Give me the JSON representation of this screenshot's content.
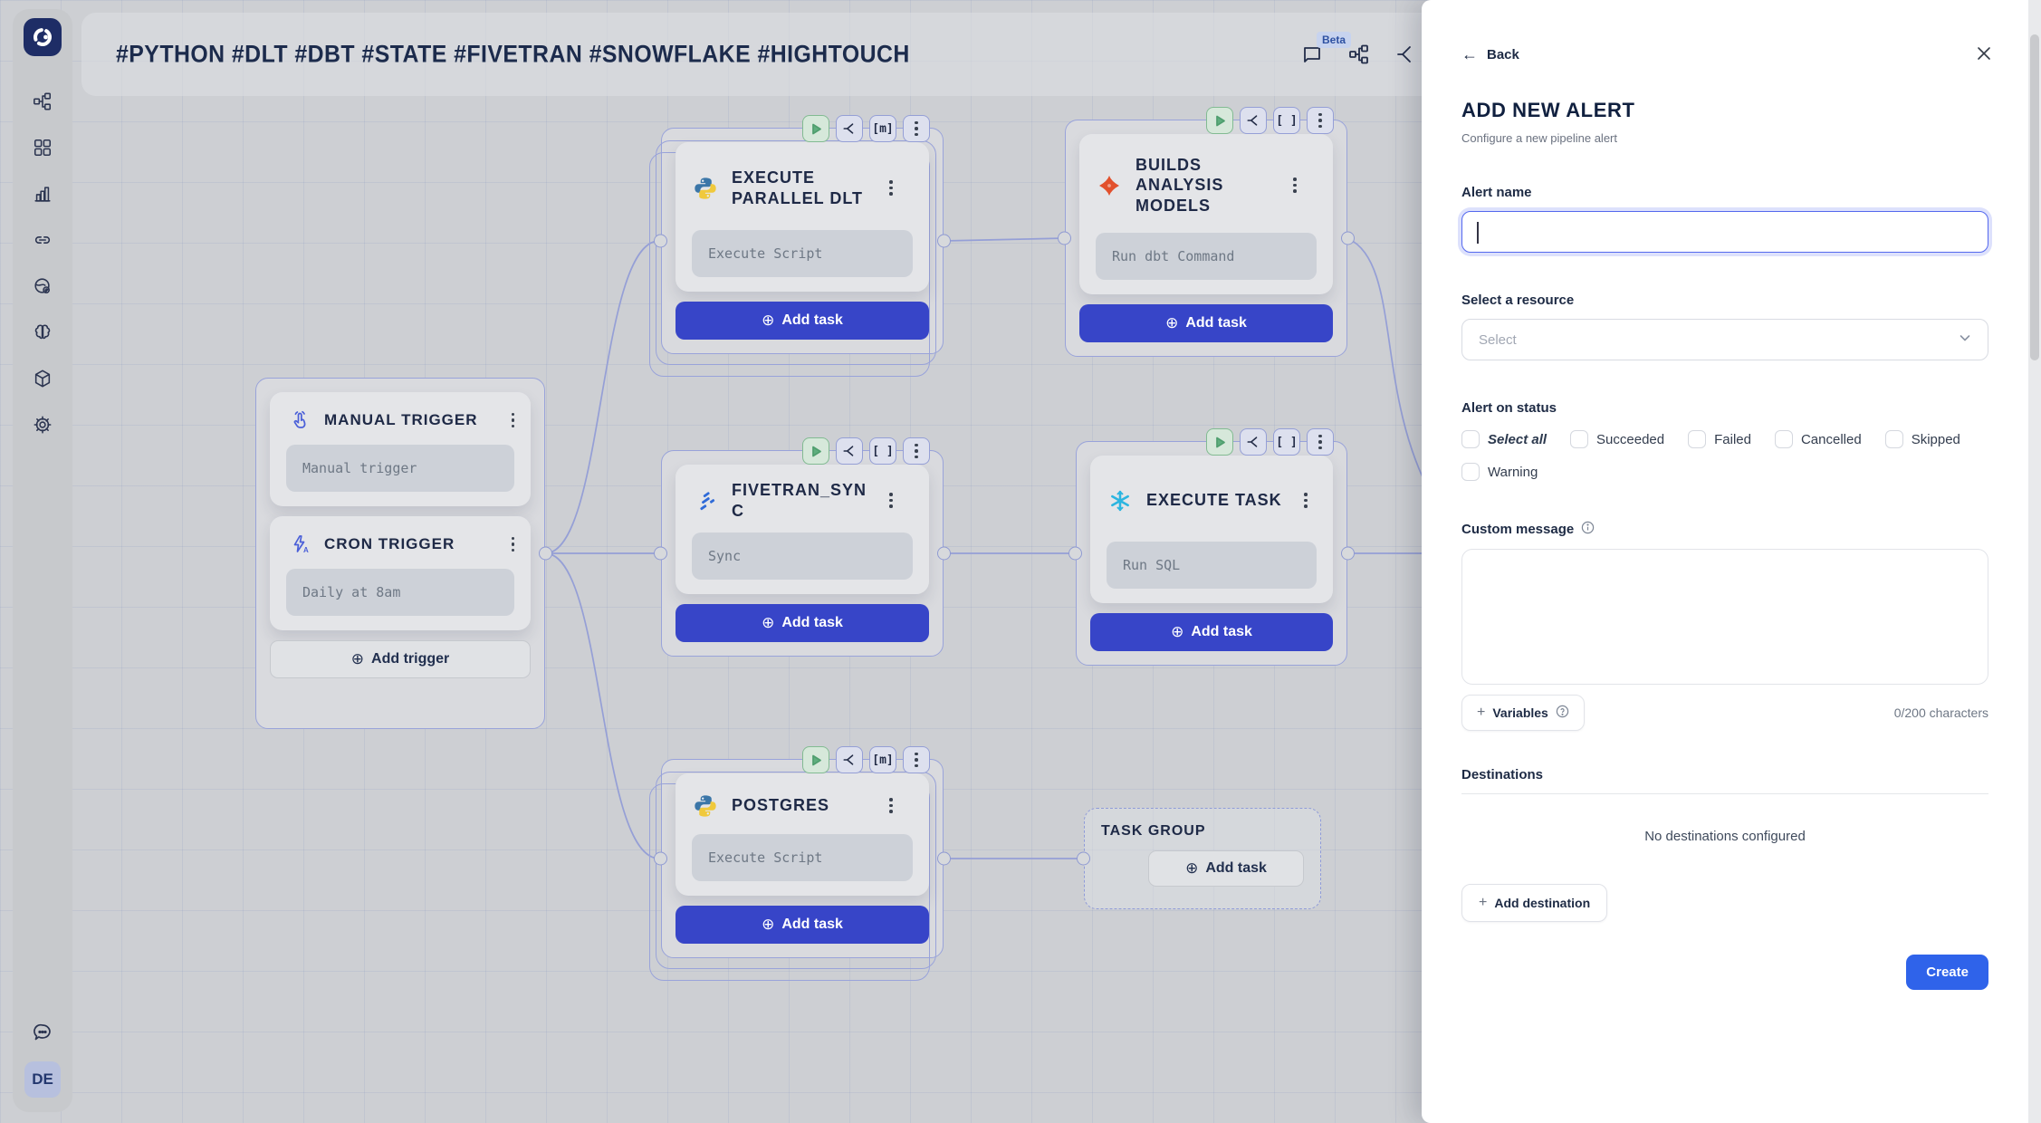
{
  "header": {
    "title": "#PYTHON #DLT #DBT #STATE #FIVETRAN #SNOWFLAKE #HIGHTOUCH",
    "beta_label": "Beta",
    "icons": [
      "comment-icon",
      "pipeline-icon",
      "branch-icon"
    ]
  },
  "sidebar": {
    "avatar": "DE",
    "icons": [
      "orchestra-logo",
      "pipeline-icon",
      "apps-grid-icon",
      "bar-chart-icon",
      "link-icon",
      "globe-icon",
      "brain-icon",
      "cube-icon",
      "settings-gear-icon",
      "chat-bubble-icon"
    ]
  },
  "canvas": {
    "trigger_group": {
      "cards": [
        {
          "title": "MANUAL TRIGGER",
          "subtitle": "Manual trigger",
          "icon": "hand-tap-icon"
        },
        {
          "title": "CRON TRIGGER",
          "subtitle": "Daily at 8am",
          "icon": "cron-zap-icon"
        }
      ],
      "add_label": "Add trigger"
    },
    "nodes": [
      {
        "title": "EXECUTE PARALLEL DLT",
        "subtitle": "Execute Script",
        "icon": "python-icon",
        "toolbar_tag": "[m]",
        "add_label": "Add task"
      },
      {
        "title": "BUILDS ANALYSIS MODELS",
        "subtitle": "Run dbt Command",
        "icon": "dbt-icon",
        "toolbar_tag": "[ ]",
        "add_label": "Add task"
      },
      {
        "title": "FIVETRAN_SYNC",
        "subtitle": "Sync",
        "icon": "fivetran-icon",
        "toolbar_tag": "[ ]",
        "add_label": "Add task"
      },
      {
        "title": "EXECUTE TASK",
        "subtitle": "Run SQL",
        "icon": "snowflake-icon",
        "toolbar_tag": "[ ]",
        "add_label": "Add task"
      },
      {
        "title": "POSTGRES",
        "subtitle": "Execute Script",
        "icon": "python-icon",
        "toolbar_tag": "[m]",
        "add_label": "Add task"
      }
    ],
    "task_group": {
      "title": "TASK GROUP",
      "add_label": "Add task"
    }
  },
  "panel": {
    "back_label": "Back",
    "title": "ADD NEW ALERT",
    "subtitle": "Configure a new pipeline alert",
    "alert_name": {
      "label": "Alert name",
      "value": ""
    },
    "resource": {
      "label": "Select a resource",
      "placeholder": "Select"
    },
    "status": {
      "label": "Alert on status",
      "options": [
        "Select all",
        "Succeeded",
        "Failed",
        "Cancelled",
        "Skipped",
        "Warning"
      ]
    },
    "custom_message": {
      "label": "Custom message",
      "value": "",
      "variables_label": "Variables",
      "counter": "0/200 characters"
    },
    "destinations": {
      "label": "Destinations",
      "empty": "No destinations configured",
      "add_label": "Add destination"
    },
    "create_label": "Create"
  },
  "colors": {
    "canvas_bg": "#cdcfd3",
    "group_border": "#99a3da",
    "edge": "#959fd6",
    "add_task_blue": "#3745c8",
    "create_blue": "#2f63ea",
    "play_green": "#82bb92",
    "python_blue": "#3b76a8",
    "python_yellow": "#f0c93c",
    "dbt_orange": "#e2502c",
    "fivetran_blue": "#2f6bd8",
    "snowflake_cyan": "#2bb5e0",
    "navy": "#1e2946"
  }
}
